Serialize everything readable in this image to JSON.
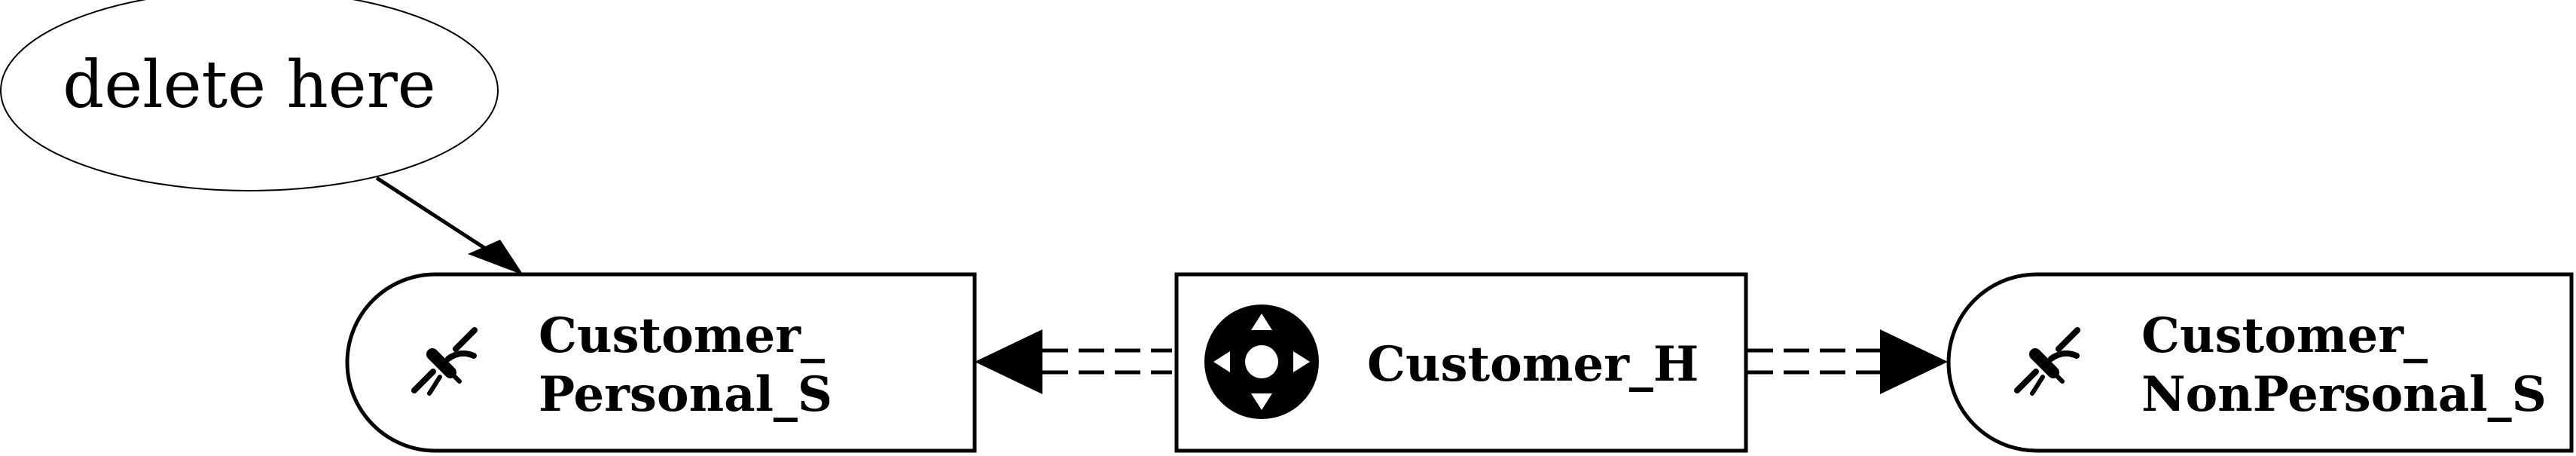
{
  "diagram": {
    "note": {
      "text": "delete here"
    },
    "nodes": {
      "left_satellite": {
        "line1": "Customer_",
        "line2": "Personal_S",
        "icon": "satellite-icon"
      },
      "hub": {
        "label": "Customer_H",
        "icon": "hub-icon"
      },
      "right_satellite": {
        "line1": "Customer_",
        "line2": "NonPersonal_S",
        "icon": "satellite-icon"
      }
    },
    "edges": [
      {
        "from": "note",
        "to": "left_satellite",
        "style": "solid"
      },
      {
        "from": "hub",
        "to": "left_satellite",
        "style": "double-dashed"
      },
      {
        "from": "hub",
        "to": "right_satellite",
        "style": "double-dashed"
      }
    ],
    "colors": {
      "stroke": "#000000",
      "fill": "#ffffff",
      "icon": "#000000"
    }
  }
}
